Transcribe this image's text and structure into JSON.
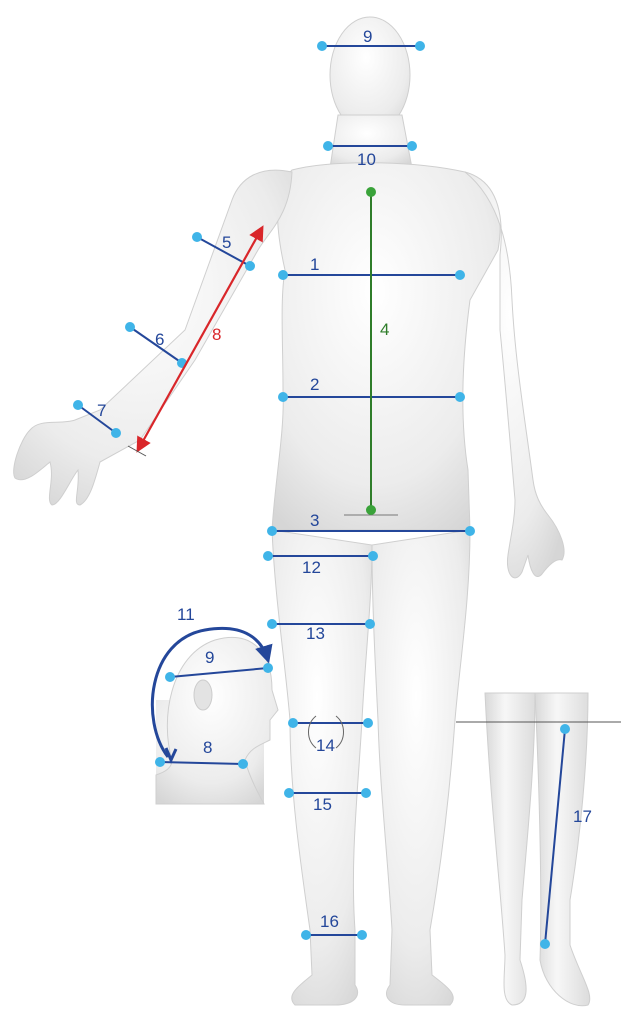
{
  "diagram": {
    "colors": {
      "measure_line": "#24479a",
      "endpoint": "#3fb4e8",
      "center_line": "#2f7d2a",
      "center_dot": "#3aa33a",
      "arrow": "#d9262a",
      "body_fill": "#eeeeee",
      "body_stroke": "#c8c8c8"
    },
    "labels": {
      "m1": "1",
      "m2": "2",
      "m3": "3",
      "m4": "4",
      "m5": "5",
      "m6": "6",
      "m7": "7",
      "m8_arm": "8",
      "m9": "9",
      "m10": "10",
      "m11": "11",
      "m12": "12",
      "m13": "13",
      "m14": "14",
      "m15": "15",
      "m16": "16",
      "m17": "17",
      "inset_m9": "9",
      "inset_m8": "8"
    }
  }
}
